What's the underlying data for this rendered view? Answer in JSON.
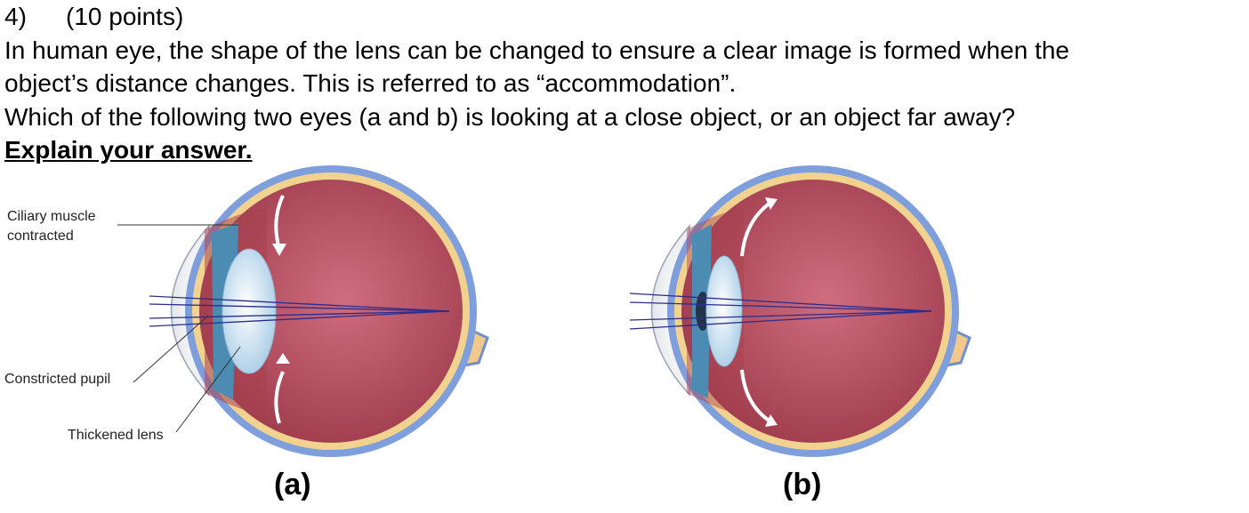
{
  "question": {
    "number": "4)",
    "points": "(10 points)",
    "lines": [
      "In human eye, the shape of the lens can be changed to ensure a clear image is formed when the",
      "object’s distance changes. This is referred to as “accommodation”.",
      "Which of the following two eyes (a and b) is looking at a close object, or an object far away?"
    ],
    "instruction": "Explain your answer."
  },
  "figure": {
    "labels": {
      "ciliary_line1": "Ciliary muscle",
      "ciliary_line2": "contracted",
      "pupil": "Constricted pupil",
      "lens": "Thickened lens"
    },
    "captions": [
      "(a)",
      "(b)"
    ]
  }
}
